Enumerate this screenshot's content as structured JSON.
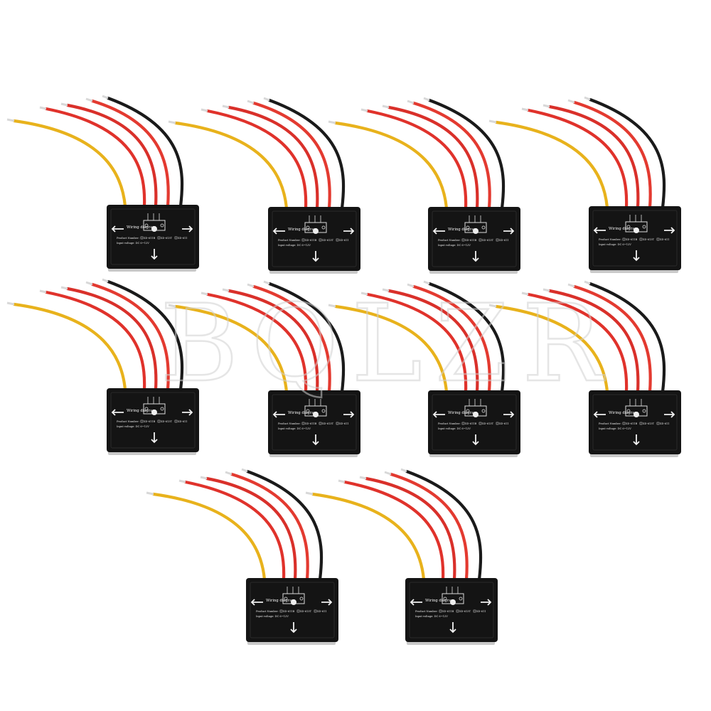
{
  "scene": {
    "description_free": true,
    "background": "#ffffff",
    "watermark": "BQLZR",
    "module_count": 10,
    "rows": [
      4,
      4,
      2
    ]
  },
  "module": {
    "diagram_title": "Wiring diagram",
    "product_number_label": "Product Number:",
    "options": [
      "XD-611B",
      "XD-613T",
      "XD-611"
    ],
    "input_voltage": "Input voltage: DC 6~12V",
    "wire_colors": {
      "yellow": "#e8b21c",
      "red1": "#e0322b",
      "red2": "#d9302a",
      "red3": "#e33a30",
      "black": "#1a1a1a",
      "tip": "#d8d8d8"
    },
    "box_color": "#141414",
    "box_base_color": "#c9c9c9"
  }
}
